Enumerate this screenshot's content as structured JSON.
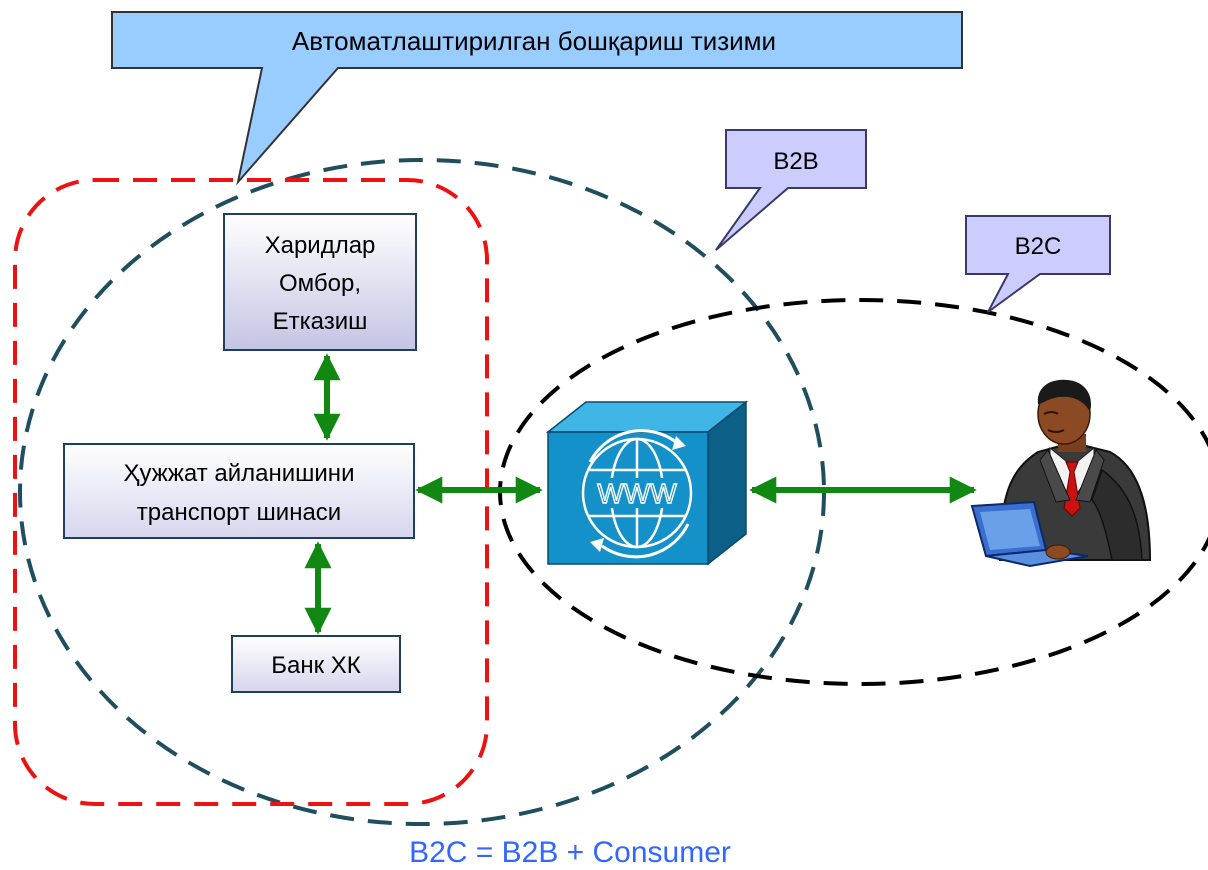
{
  "callouts": {
    "system": "Автоматлаштирилган бошқариш тизими",
    "b2b": "B2B",
    "b2c": "B2C"
  },
  "nodes": {
    "purchasing": [
      "Харидлар",
      "Омбор,",
      "Етказиш"
    ],
    "transport_bus": [
      "Ҳужжат айланишини",
      "транспорт шинаси"
    ],
    "bank": "Банк ХК"
  },
  "internet_label": "WWW",
  "caption": "B2C = B2B + Consumer",
  "colors": {
    "red_boundary": "#ee1111",
    "b2b_boundary": "#1f4e5f",
    "b2c_boundary": "#000000",
    "arrow": "#118811",
    "caption": "#3366ff",
    "big_callout_fill": "#99ccff",
    "small_callout_fill": "#ccccff",
    "cube_front": "#1591c9",
    "cube_side": "#0c5f86",
    "cube_top": "#3fb6e6"
  },
  "icons": {
    "internet": "www-globe-cube-icon",
    "consumer": "businessman-laptop-icon"
  }
}
